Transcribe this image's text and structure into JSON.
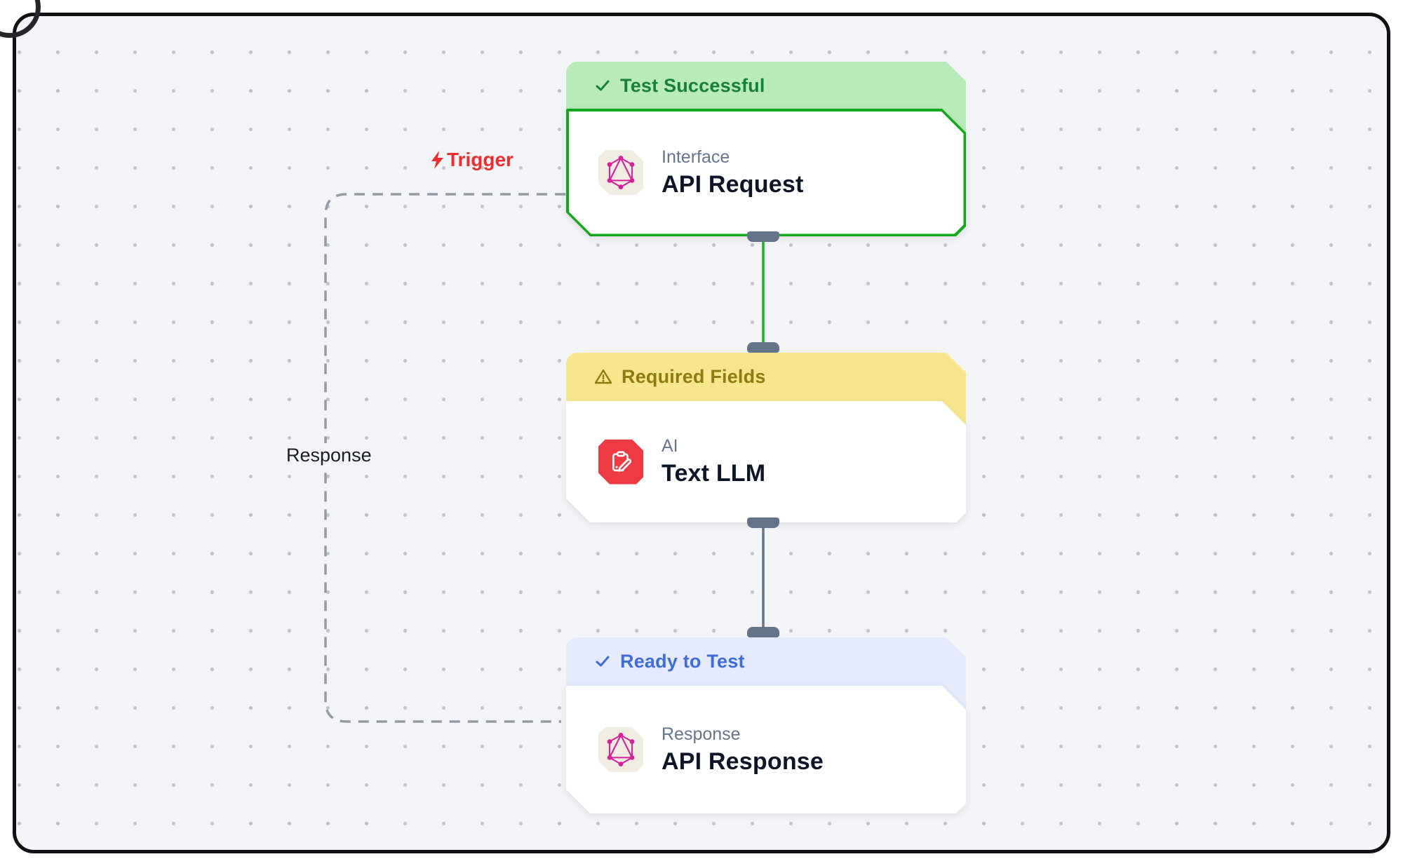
{
  "canvas": {
    "background": "#f3f4f7",
    "dot_color": "#bfc3cb",
    "frame_border_color": "#101114"
  },
  "palette": {
    "success_banner_bg": "#b9eab9",
    "success_text": "#157f3c",
    "success_border": "#13a81b",
    "warning_banner_bg": "#f8e68f",
    "warning_text": "#8e7b10",
    "info_banner_bg": "#e4eafc",
    "info_text": "#3e6cd9",
    "handle_color": "#64748b",
    "edge_green": "#16b422",
    "edge_slate": "#64748b",
    "edge_dashed": "#939aa5",
    "trigger_red": "#ee2c2e",
    "icon_tile_beige": "#f1ece2",
    "icon_tile_red": "#ee3a43",
    "graphql_pink": "#d6219c",
    "title_ink": "#0d1526",
    "category_slate": "#64748b"
  },
  "edge_labels": {
    "trigger": "Trigger",
    "response": "Response"
  },
  "nodes": [
    {
      "status": "Test Successful",
      "status_icon": "check-icon",
      "category": "Interface",
      "title": "API Request",
      "icon": "graphql-icon"
    },
    {
      "status": "Required Fields",
      "status_icon": "warning-icon",
      "category": "AI",
      "title": "Text LLM",
      "icon": "clipboard-edit-icon"
    },
    {
      "status": "Ready to Test",
      "status_icon": "check-icon",
      "category": "Response",
      "title": "API Response",
      "icon": "graphql-icon"
    }
  ]
}
